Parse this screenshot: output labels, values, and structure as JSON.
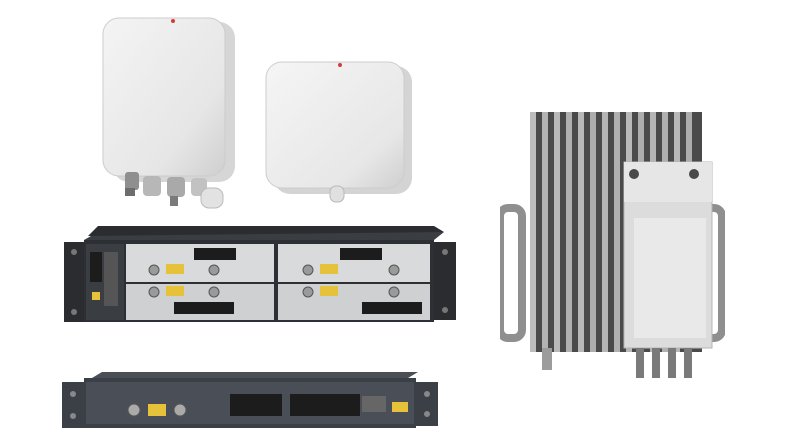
{
  "image": {
    "kind": "product-photo",
    "background": "#ffffff"
  },
  "products": [
    {
      "name": "outdoor-radio-unit-with-connectors",
      "color": "#ebebeb"
    },
    {
      "name": "outdoor-radio-unit-compact",
      "color": "#ececec"
    },
    {
      "name": "indoor-unit-2u-rack-chassis",
      "color": "#2c2f33"
    },
    {
      "name": "indoor-unit-1u-rack-chassis",
      "color": "#3b3f46"
    },
    {
      "name": "outdoor-unit-finned-heatsink",
      "color": "#9a9a9a"
    }
  ],
  "colors": {
    "housing_white": "#ebebeb",
    "housing_shadow": "#cfcfcf",
    "chassis_dark": "#2c2f33",
    "panel_light": "#d9dadb",
    "label_yellow": "#e6c23a",
    "port_black": "#1c1c1c",
    "heatsink_grey": "#9a9a9a",
    "heatsink_dark": "#4a4a4a",
    "led_red": "#d43a3a"
  }
}
